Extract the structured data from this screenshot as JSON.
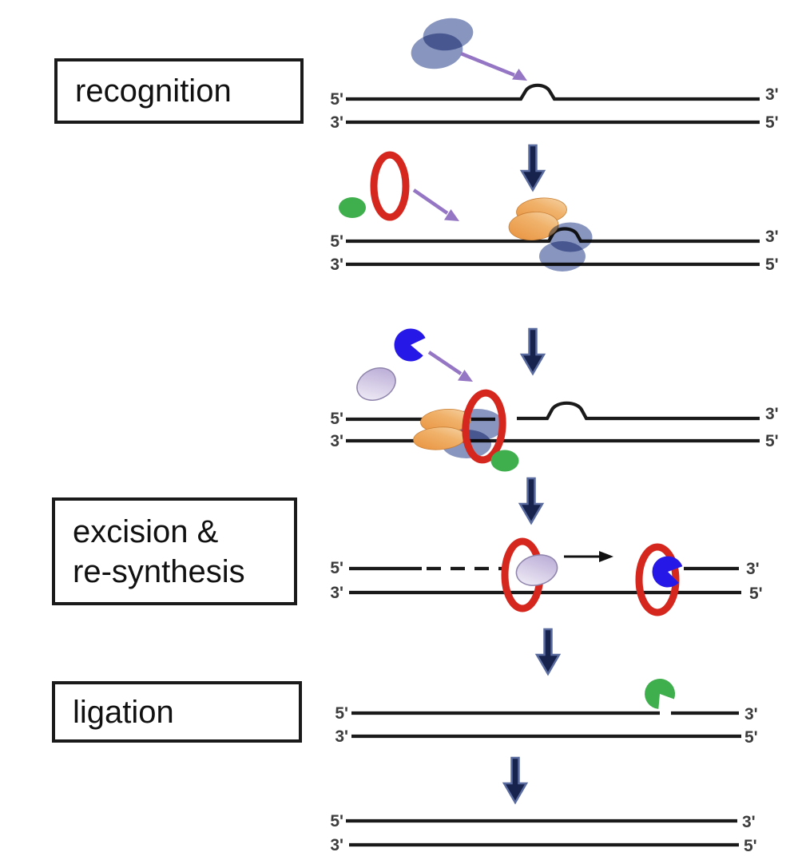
{
  "figure": {
    "stages": {
      "recognition": {
        "label": "recognition"
      },
      "excision": {
        "label_line1": "excision &",
        "label_line2": "re-synthesis"
      },
      "ligation": {
        "label": "ligation"
      }
    },
    "strand_labels": {
      "five_prime": "5'",
      "three_prime": "3'"
    },
    "icons": {
      "blue_dimer": "blue-dimer-protein",
      "orange_dimer": "orange-dimer-protein",
      "red_ring": "red-clamp-ring",
      "green_oval": "green-oval-protein",
      "lavender_oval": "lavender-oval-protein",
      "blue_pacman": "blue-pacman-enzyme",
      "green_pacman": "green-pacman-enzyme",
      "down_arrow": "step-down-arrow",
      "purple_arrow": "recruitment-arrow",
      "mismatch_bump": "mismatch-bump",
      "dashed_strand": "newly-synthesized-strand",
      "nick": "strand-nick"
    },
    "colors": {
      "dna": "#1a1a1a",
      "box_border": "#1a1a1a",
      "navy_arrow": "#17234d",
      "navy_arrow_edge": "#5a6b9f",
      "purple_arrow": "#9576c4",
      "red_ring": "#d6271e",
      "green": "#3fae4c",
      "blue_protein": "#7d8cba",
      "orange_protein": "#e8913c",
      "orange_light": "#f6d8ad",
      "lavender": "#b3a3d2",
      "blue_pacman": "#2618e6"
    }
  }
}
